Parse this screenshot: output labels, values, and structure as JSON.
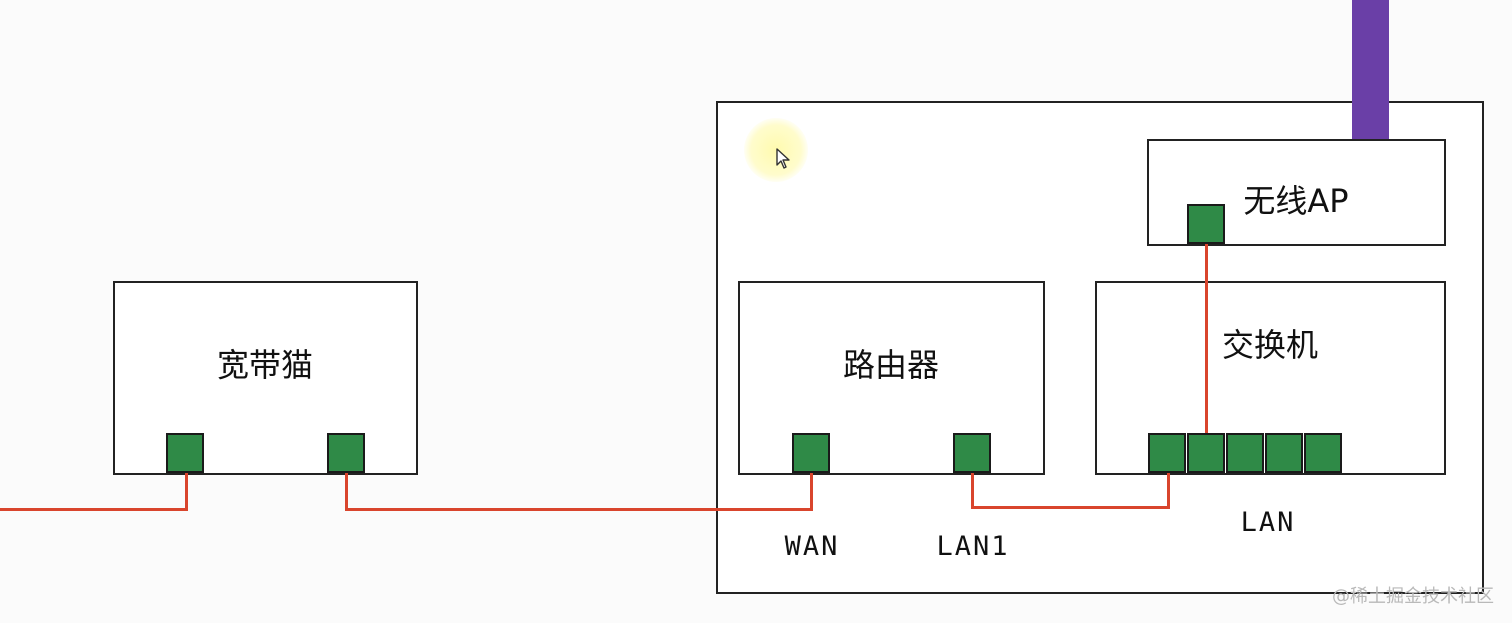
{
  "nodes": {
    "modem": {
      "label": "宽带猫"
    },
    "router": {
      "label": "路由器"
    },
    "switch": {
      "label": "交换机"
    },
    "ap": {
      "label": "无线AP"
    }
  },
  "ports": {
    "wan": "WAN",
    "lan1": "LAN1",
    "lan": "LAN"
  },
  "watermark": "@稀土掘金技术社区",
  "colors": {
    "port": "#2f8a47",
    "wire": "#d9452d",
    "antenna": "#6a3fa7"
  }
}
